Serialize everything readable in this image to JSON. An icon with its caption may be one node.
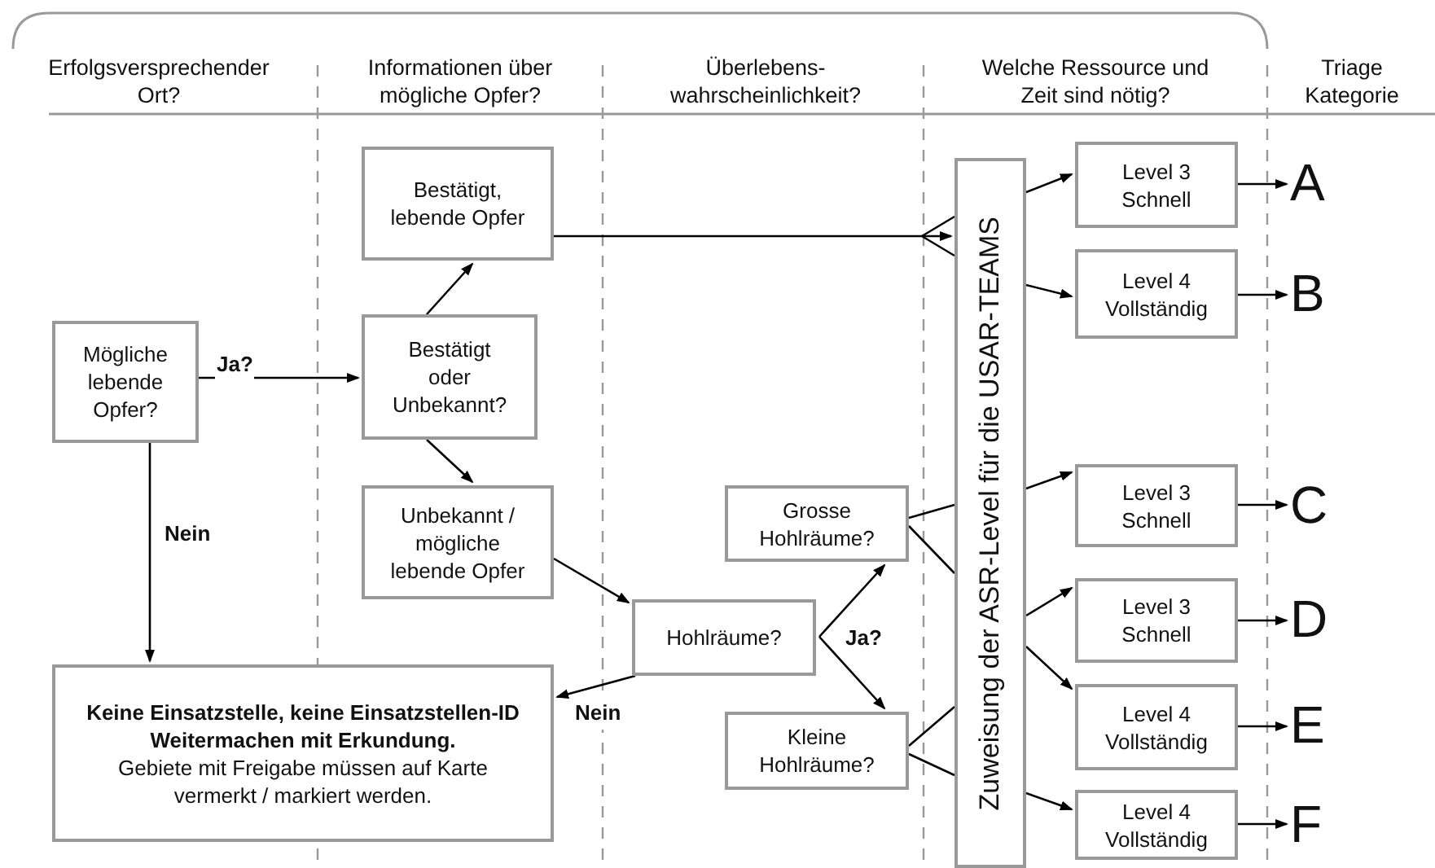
{
  "diagram": {
    "nodes": [
      {
        "text": [
          "Mögliche lebende Opfer?"
        ]
      },
      {
        "text": [
          "Bestätigt oder Unbekannt?"
        ]
      },
      {
        "text": [
          "Bestätigt, lebende Opfer"
        ]
      },
      {
        "text": [
          "Unbekannt / mögliche lebende Opfer"
        ]
      },
      {
        "text": [
          "Hohlräume?"
        ]
      },
      {
        "text": [
          "Grosse Hohlräume?"
        ]
      },
      {
        "text": [
          "Kleine Hohlräume?"
        ]
      },
      {
        "text": [
          "Keine Einsatzstelle, keine Einsatzstellen-ID Weitermachen mit Erkundung.",
          "Gebiete mit Freigabe müssen auf Karte vermerkt / markiert werden."
        ]
      },
      {
        "text": [
          "Zuweisung der ASR-Level für die USAR-TEAMS"
        ]
      },
      {
        "text": [
          "Level 3 Schnell"
        ]
      },
      {
        "text": [
          "Level 4 Vollständig"
        ]
      },
      {
        "text": [
          "Level 3 Schnell"
        ]
      },
      {
        "text": [
          "Level 3 Schnell"
        ]
      },
      {
        "text": [
          "Level 4 Vollständig"
        ]
      },
      {
        "text": [
          "Level 4 Vollständig"
        ]
      },
      {
        "text": [
          "A"
        ]
      },
      {
        "text": [
          "B"
        ]
      },
      {
        "text": [
          "C"
        ]
      },
      {
        "text": [
          "D"
        ]
      },
      {
        "text": [
          "E"
        ]
      },
      {
        "text": [
          "F"
        ]
      }
    ],
    "edges": [
      {
        "from": 0,
        "to": 1,
        "arrow": "to",
        "label": "Ja?"
      },
      {
        "from": 0,
        "to": 7,
        "arrow": "to",
        "label": "Nein"
      },
      {
        "from": 1,
        "to": 2,
        "arrow": "to"
      },
      {
        "from": 1,
        "to": 3,
        "arrow": "to"
      },
      {
        "from": 2,
        "to": 8,
        "arrow": "to"
      },
      {
        "from": 3,
        "to": 4,
        "arrow": "to"
      },
      {
        "from": 4,
        "to": 5,
        "arrow": "to"
      },
      {
        "from": 4,
        "to": 6,
        "arrow": "to",
        "label": "Ja?"
      },
      {
        "from": 4,
        "to": 7,
        "arrow": "to",
        "label": "Nein"
      },
      {
        "from": 5,
        "to": 8,
        "arrow": "none"
      },
      {
        "from": 6,
        "to": 8,
        "arrow": "none"
      },
      {
        "from": 8,
        "to": 9,
        "arrow": "to"
      },
      {
        "from": 8,
        "to": 10,
        "arrow": "to"
      },
      {
        "from": 8,
        "to": 11,
        "arrow": "to"
      },
      {
        "from": 8,
        "to": 12,
        "arrow": "to"
      },
      {
        "from": 8,
        "to": 13,
        "arrow": "to"
      },
      {
        "from": 8,
        "to": 14,
        "arrow": "to"
      },
      {
        "from": 9,
        "to": 15,
        "arrow": "to"
      },
      {
        "from": 10,
        "to": 16,
        "arrow": "to"
      },
      {
        "from": 11,
        "to": 17,
        "arrow": "to"
      },
      {
        "from": 12,
        "to": 18,
        "arrow": "to"
      },
      {
        "from": 13,
        "to": 19,
        "arrow": "to"
      },
      {
        "from": 14,
        "to": 20,
        "arrow": "to"
      }
    ],
    "labels": [
      "Erfolgsversprechender Ort?",
      "Informationen über mögliche Opfer?",
      "Überlebens- wahrscheinlichkeit?",
      "Welche Ressource und Zeit sind nötig?",
      "Triage Kategorie"
    ]
  }
}
